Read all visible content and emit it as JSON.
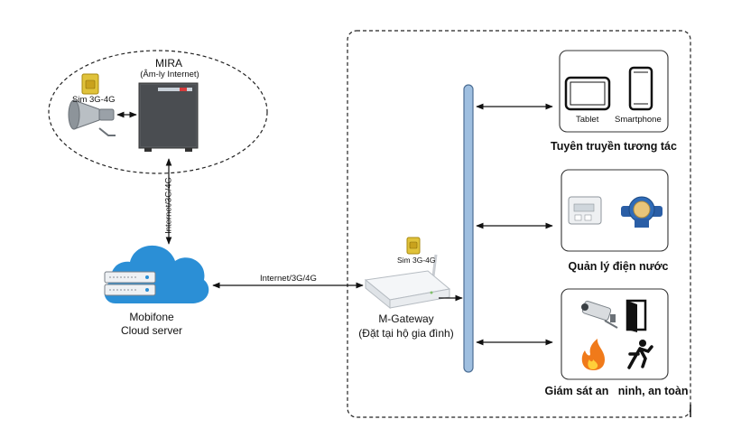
{
  "mira": {
    "title": "MIRA",
    "subtitle": "(Âm-ly Internet)",
    "sim_label": "Sim 3G-4G"
  },
  "mira_link_label": "Internet/3G/4G",
  "cloud": {
    "line1": "Mobifone",
    "line2": "Cloud server"
  },
  "cloud_link_label": "Internet/3G/4G",
  "gateway": {
    "name": "M-Gateway",
    "location": "(Đặt tại hộ gia đình)",
    "sim_label": "Sim 3G-4G"
  },
  "services": [
    {
      "title": "Tuyên truyền tương tác",
      "items": [
        "Tablet",
        "Smartphone"
      ],
      "icons": [
        "tablet-icon",
        "smartphone-icon"
      ]
    },
    {
      "title": "Quản lý điện nước",
      "items": [],
      "icons": [
        "electric-meter-icon",
        "water-meter-icon"
      ]
    },
    {
      "title": "Giám sát an   ninh, an toàn",
      "items": [],
      "icons": [
        "cctv-camera-icon",
        "door-icon",
        "fire-icon",
        "running-person-icon"
      ]
    }
  ],
  "colors": {
    "bus": "#9fbfe0",
    "cloud": "#2b8fd6",
    "sim": "#e0c23a",
    "flame": "#f07a1a"
  }
}
